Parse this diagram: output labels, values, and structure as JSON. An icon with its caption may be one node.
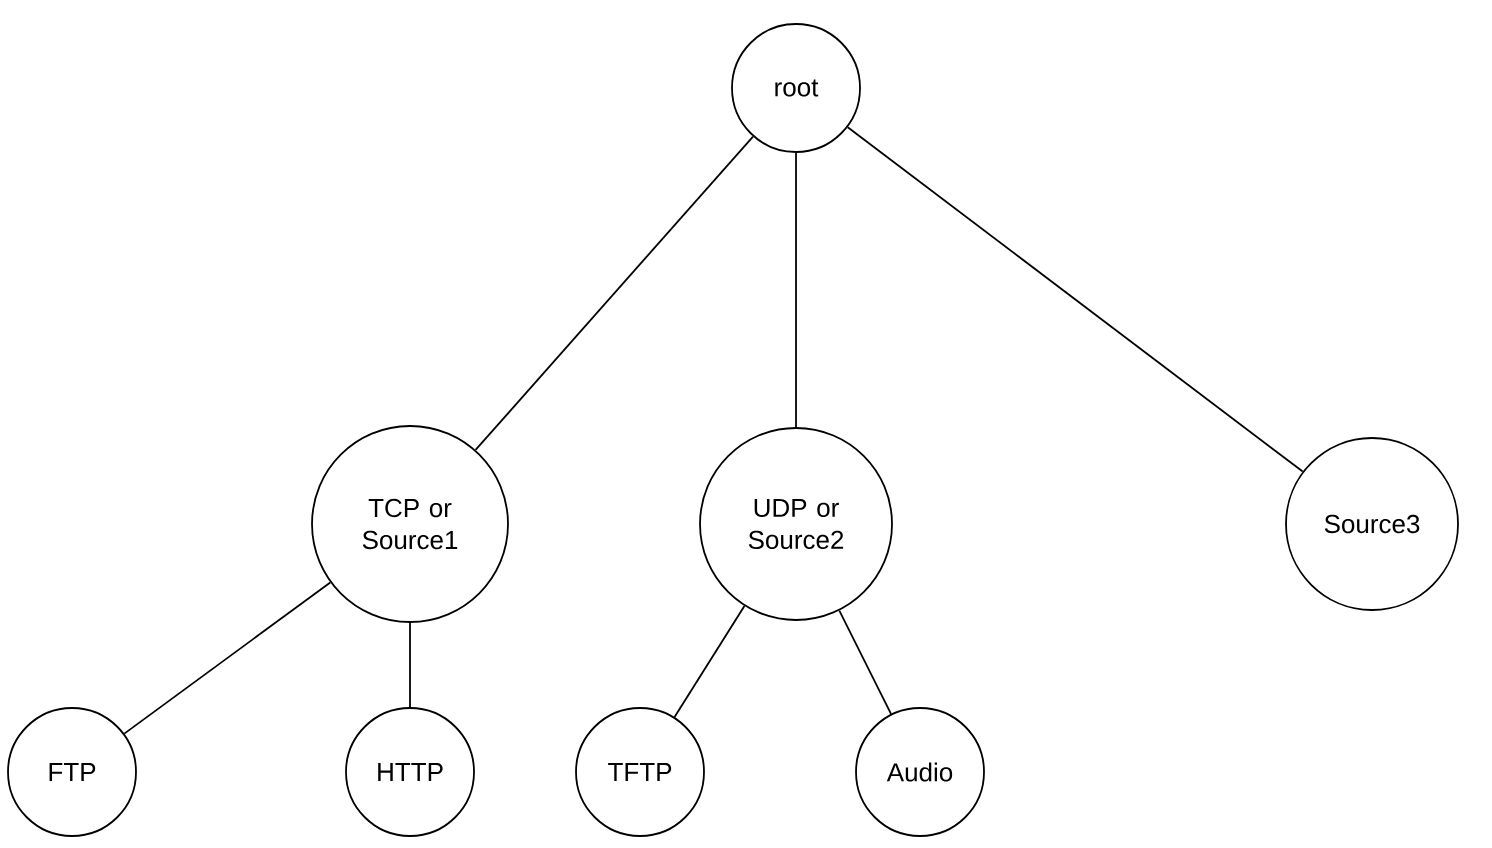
{
  "diagram": {
    "nodes": [
      {
        "text": [
          "root"
        ]
      },
      {
        "text": [
          "TCP or Source1"
        ]
      },
      {
        "text": [
          "UDP or Source2"
        ]
      },
      {
        "text": [
          "Source3"
        ]
      },
      {
        "text": [
          "FTP"
        ]
      },
      {
        "text": [
          "HTTP"
        ]
      },
      {
        "text": [
          "TFTP"
        ]
      },
      {
        "text": [
          "Audio"
        ]
      }
    ],
    "edges": [
      {
        "from": 0,
        "to": 1,
        "arrow": "none"
      },
      {
        "from": 0,
        "to": 2,
        "arrow": "none"
      },
      {
        "from": 0,
        "to": 3,
        "arrow": "none"
      },
      {
        "from": 1,
        "to": 4,
        "arrow": "none"
      },
      {
        "from": 1,
        "to": 5,
        "arrow": "none"
      },
      {
        "from": 2,
        "to": 6,
        "arrow": "none"
      },
      {
        "from": 2,
        "to": 7,
        "arrow": "none"
      }
    ]
  }
}
